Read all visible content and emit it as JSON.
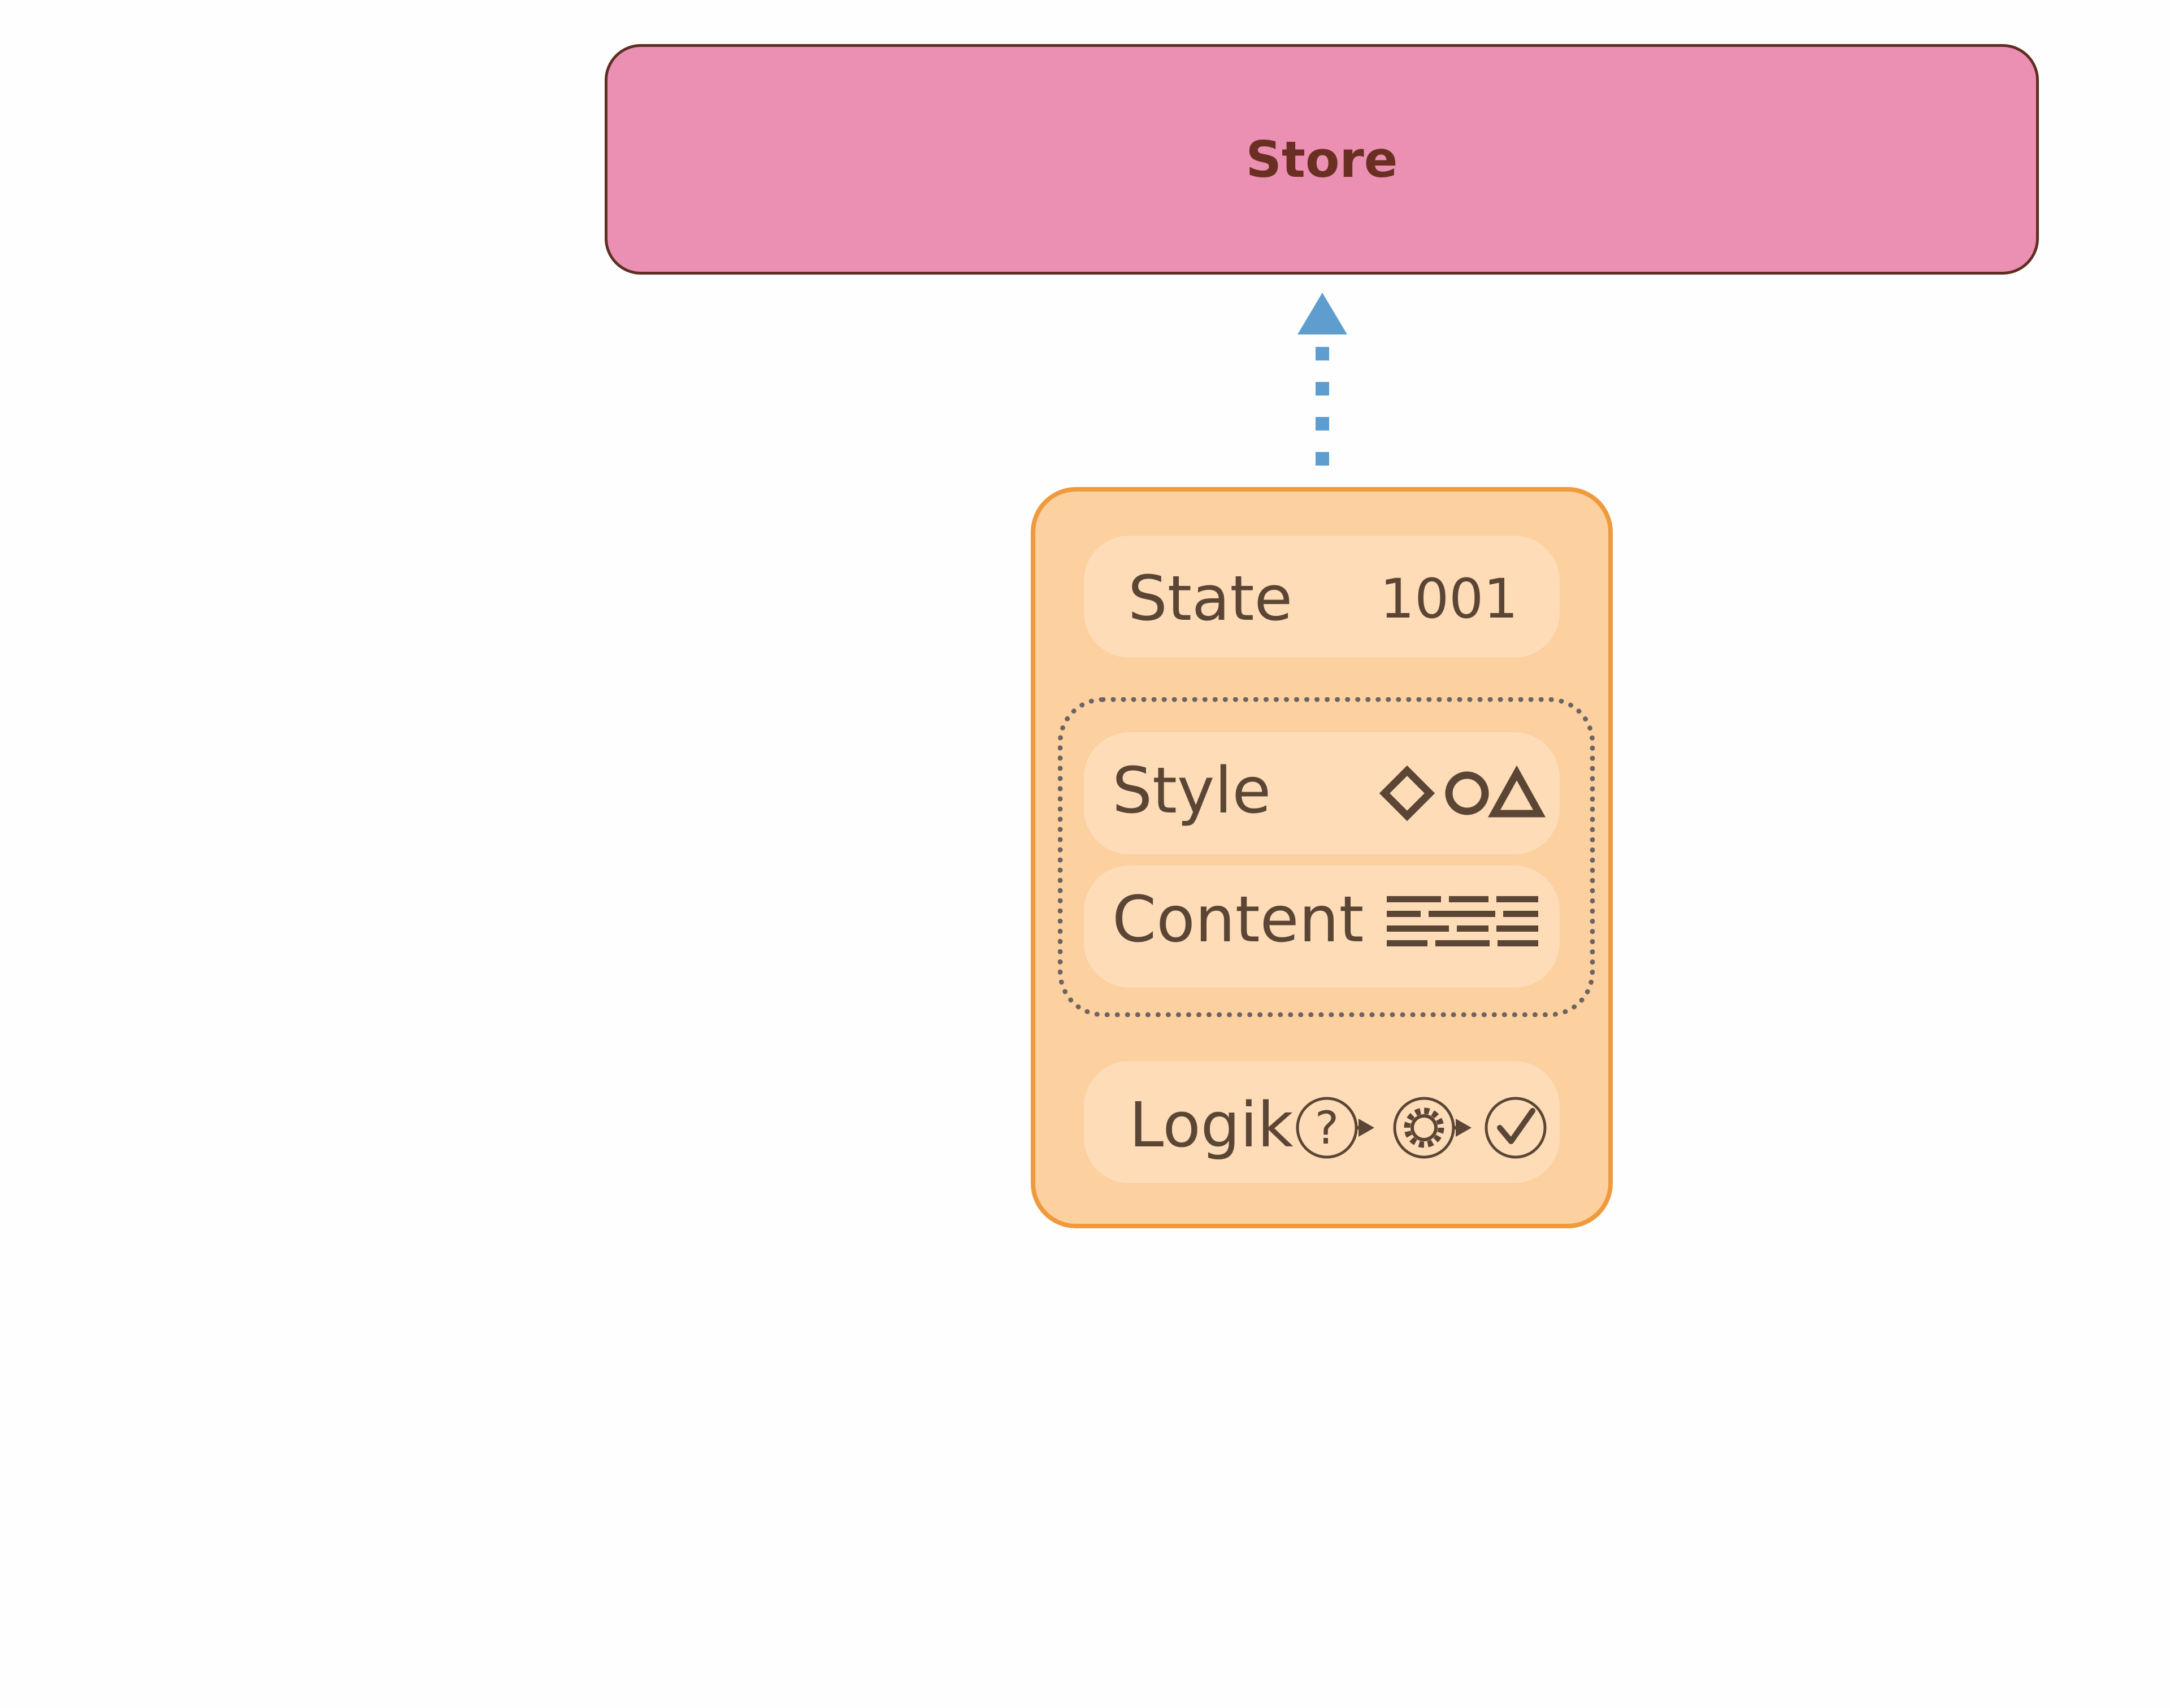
{
  "diagram": {
    "store": {
      "label": "Store"
    },
    "component": {
      "state": {
        "label": "State",
        "value": "1001"
      },
      "style": {
        "label": "Style",
        "icon": "shapes-icon"
      },
      "content": {
        "label": "Content",
        "icon": "text-lines-icon"
      },
      "logik": {
        "label": "Logik",
        "icon": "question-gear-check-flow-icon"
      }
    },
    "edge": {
      "from": "State",
      "to": "Store",
      "style": "dotted-arrow"
    }
  },
  "colors": {
    "store_fill": "#eb90b2",
    "store_border": "#5e2e22",
    "component_fill": "#fcd09f",
    "component_border": "#f09a3e",
    "pill_fill": "#fddcb7",
    "arrow": "#5f9dcf",
    "text": "#5b4636"
  }
}
